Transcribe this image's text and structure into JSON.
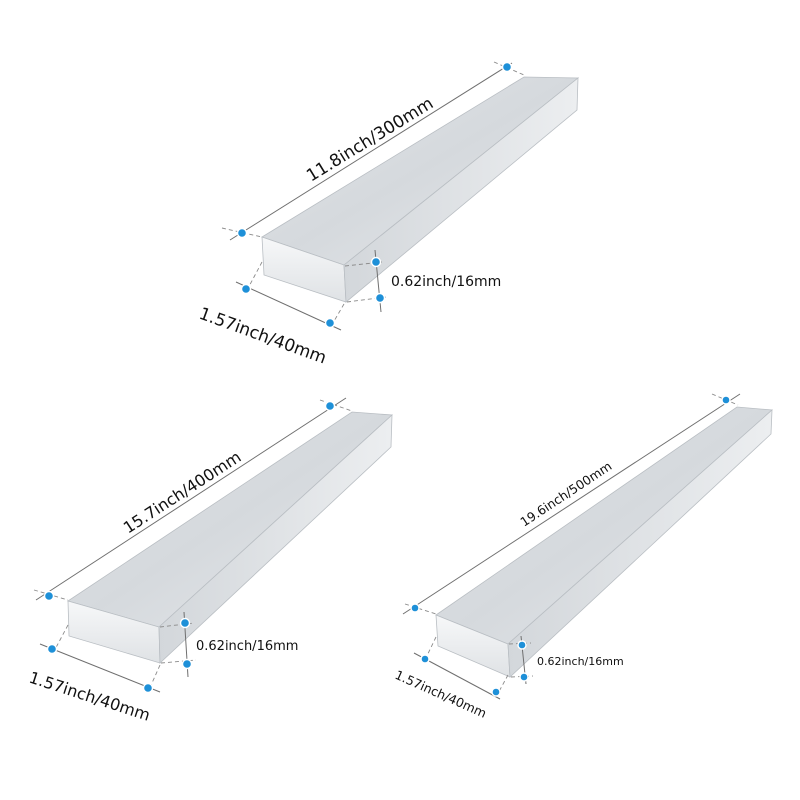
{
  "colors": {
    "marker": "#1e90d8",
    "background": "#ffffff",
    "bar_top": "#dcdfe2",
    "bar_front": "#eff1f2",
    "bar_side": "#c9cdd1"
  },
  "bars": [
    {
      "length_label": "11.8inch/300mm",
      "width_label": "1.57inch/40mm",
      "thickness_label": "0.62inch/16mm"
    },
    {
      "length_label": "15.7inch/400mm",
      "width_label": "1.57inch/40mm",
      "thickness_label": "0.62inch/16mm"
    },
    {
      "length_label": "19.6inch/500mm",
      "width_label": "1.57inch/40mm",
      "thickness_label": "0.62inch/16mm"
    }
  ]
}
